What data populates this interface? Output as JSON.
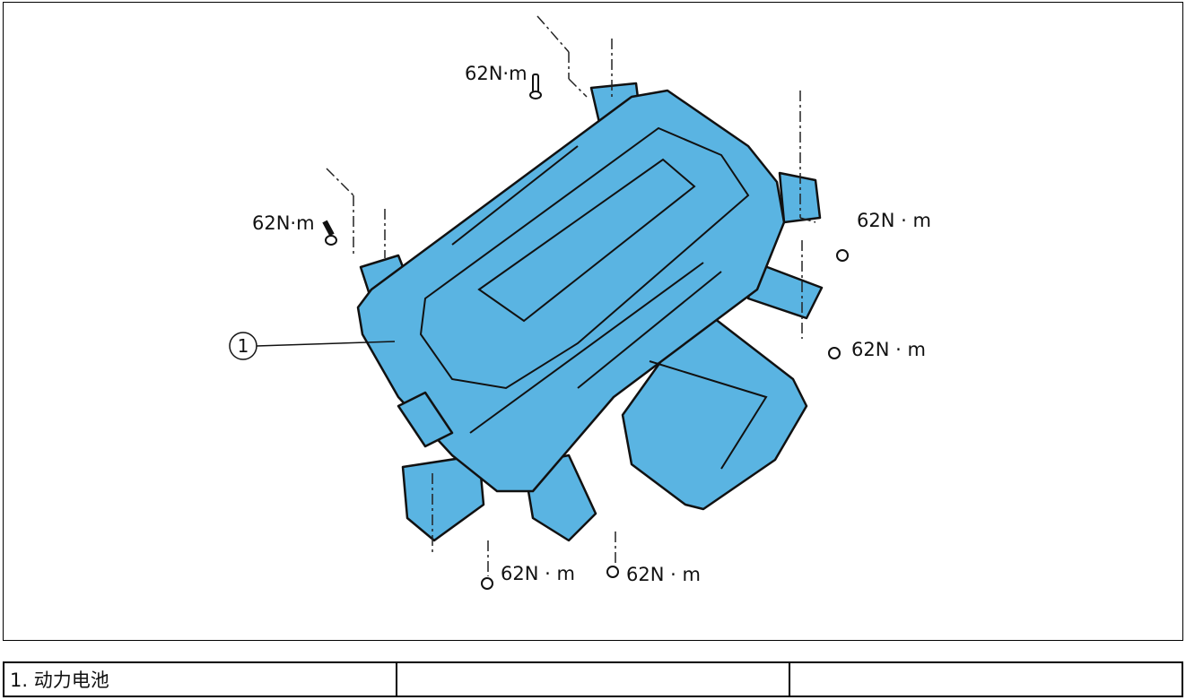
{
  "diagram": {
    "colors": {
      "battery_fill": "#5ab4e2",
      "outline": "#111111",
      "leader": "#222222"
    },
    "torque_labels": [
      "62N·m",
      "62N·m",
      "62N · m",
      "62N · m",
      "62N · m",
      "62N · m"
    ],
    "callout": {
      "number": "1"
    },
    "icons": [
      "bolt-icon"
    ]
  },
  "legend": {
    "cells": [
      "1. 动力电池",
      "",
      ""
    ]
  }
}
